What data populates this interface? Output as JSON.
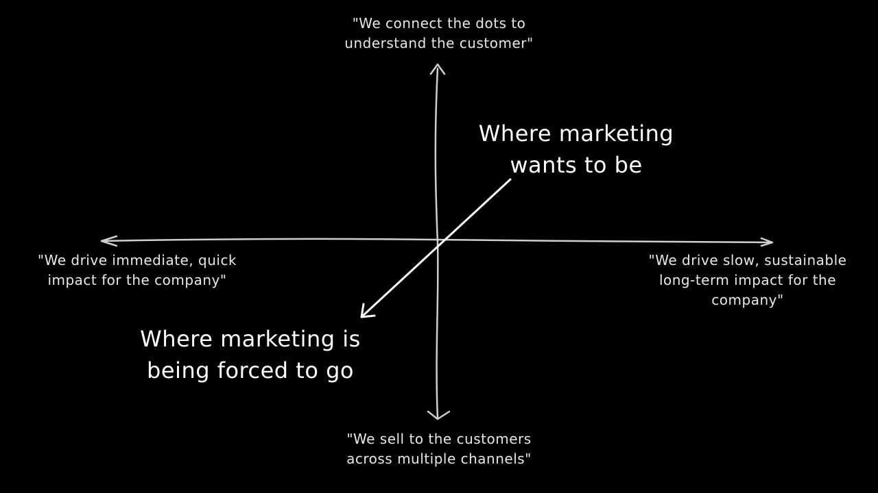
{
  "diagram": {
    "axis_top_label": "\"We connect the dots to\nunderstand the customer\"",
    "axis_bottom_label": "\"We sell to the customers\nacross multiple channels\"",
    "axis_left_label": "\"We drive immediate, quick\nimpact for the company\"",
    "axis_right_label": "\"We drive slow, sustainable\nlong-term impact for the\ncompany\"",
    "wants_label": "Where marketing\nwants to be",
    "forced_label": "Where marketing is\nbeing forced to go"
  },
  "colors": {
    "background": "#000000",
    "axis_stroke": "#cfcfcf",
    "arrow_stroke": "#ffffff",
    "text": "#e8e8e8"
  }
}
